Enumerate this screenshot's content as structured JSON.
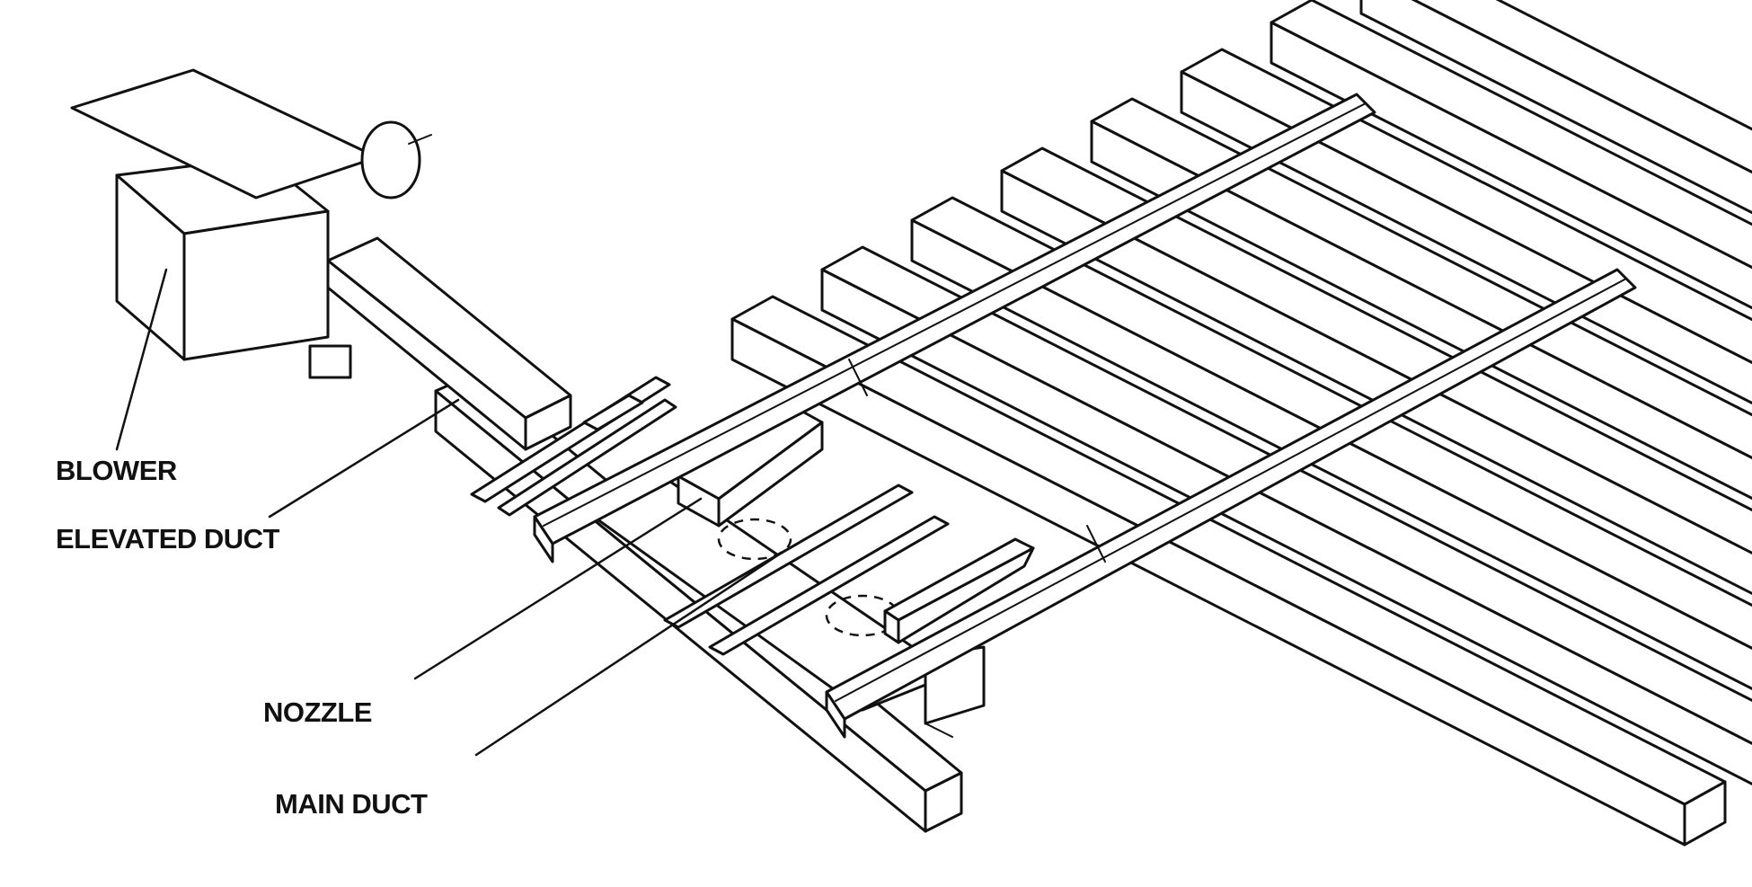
{
  "diagram": {
    "labels": {
      "blower": "BLOWER",
      "elevated_duct": "ELEVATED DUCT",
      "nozzle": "NOZZLE",
      "main_duct": "MAIN DUCT"
    },
    "colors": {
      "ink": "#111111",
      "background": "#ffffff"
    }
  }
}
